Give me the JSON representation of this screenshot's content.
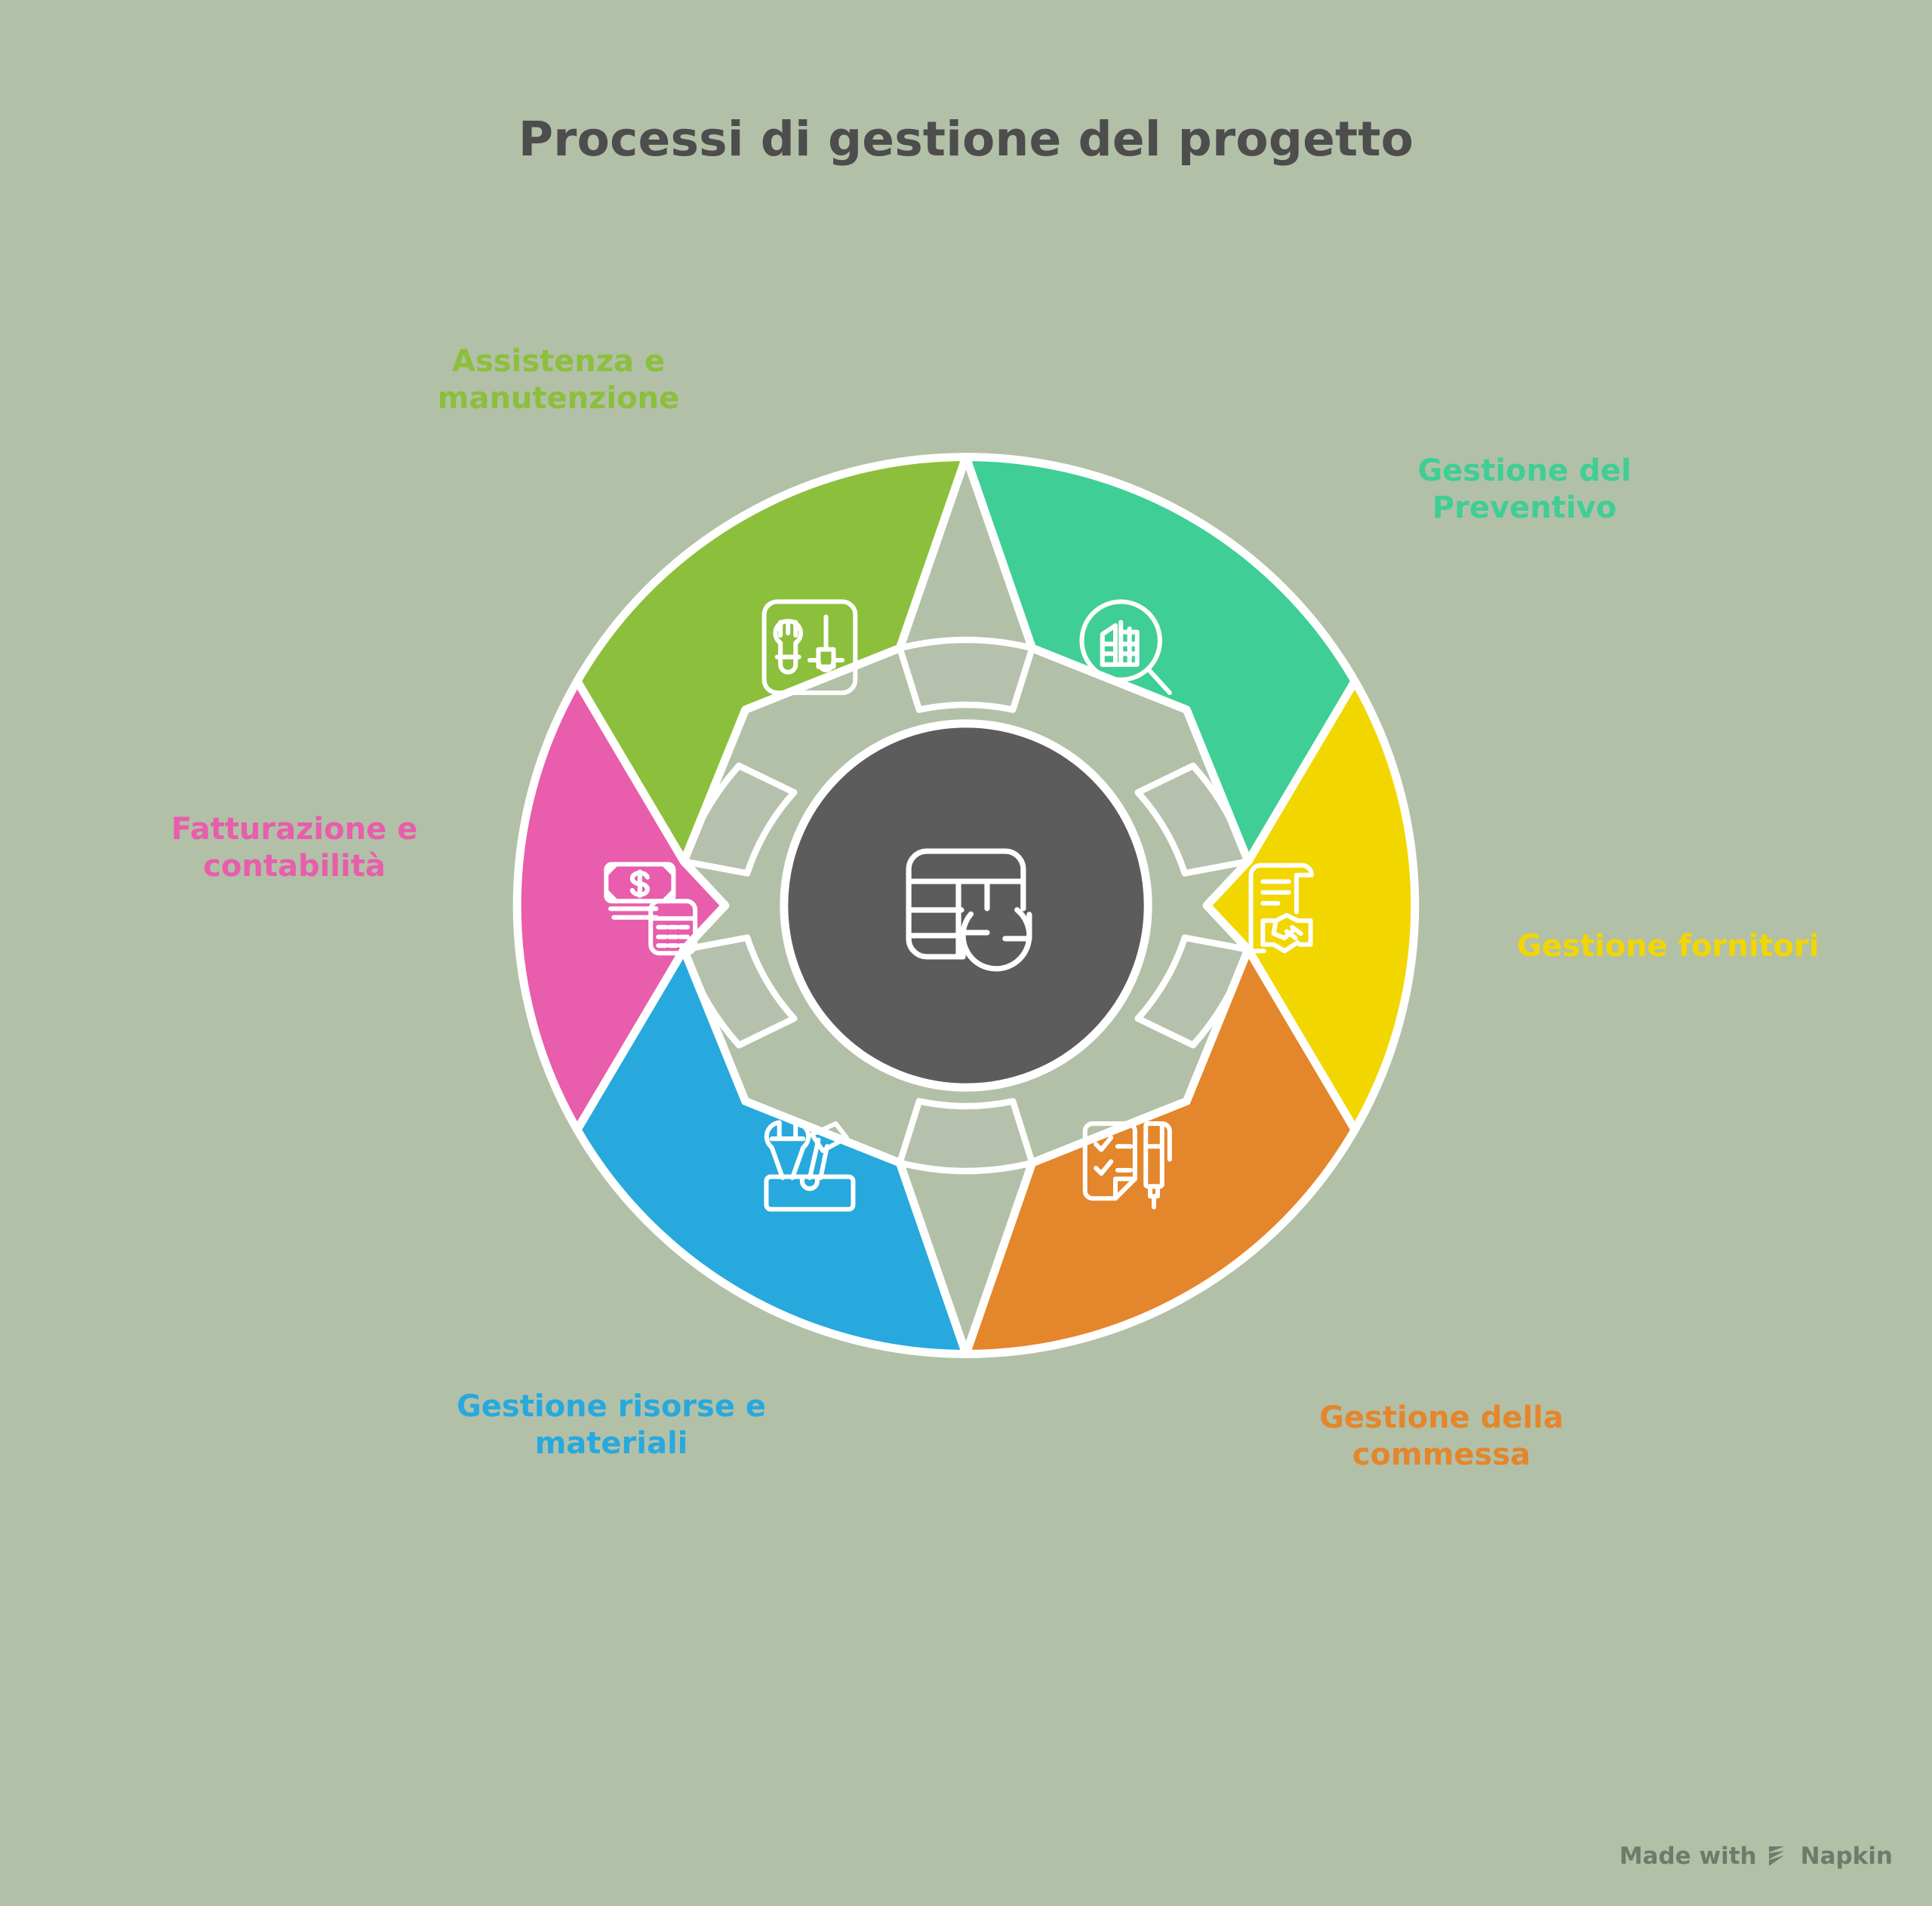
{
  "header": {
    "title": "Processi di gestione del progetto"
  },
  "theme": {
    "background": "#b2c0a8",
    "title_color": "#4d4d4d",
    "hub_color": "#5c5c5c",
    "gap_wedge_color": "#b5c1ac",
    "stroke_color": "#ffffff",
    "icon_color": "#ffffff"
  },
  "center": {
    "icon": "table-sync-icon",
    "label": ""
  },
  "wheel": {
    "segment_count": 6,
    "segments": [
      {
        "id": "maintenance",
        "label": "Assistenza e\nmanutenzione",
        "color": "#8cbf3c",
        "icon": "wrench-screwdriver-icon",
        "position": "top-left",
        "start_angle": 270,
        "end_angle": 330
      },
      {
        "id": "estimate",
        "label": "Gestione del\nPreventivo",
        "color": "#3fce95",
        "icon": "document-magnifier-icon",
        "position": "top-right",
        "start_angle": 330,
        "end_angle": 30
      },
      {
        "id": "suppliers",
        "label": "Gestione fornitori",
        "color": "#f2d600",
        "icon": "contract-handshake-icon",
        "position": "right",
        "start_angle": 30,
        "end_angle": 90
      },
      {
        "id": "order",
        "label": "Gestione della\ncommessa",
        "color": "#e4862b",
        "icon": "checklist-pen-icon",
        "position": "bottom-right",
        "start_angle": 90,
        "end_angle": 150
      },
      {
        "id": "resources",
        "label": "Gestione risorse e\nmateriali",
        "color": "#27a9dd",
        "icon": "toolbox-icon",
        "position": "bottom-left",
        "start_angle": 150,
        "end_angle": 210
      },
      {
        "id": "billing",
        "label": "Fatturazione e\ncontabilità",
        "color": "#e85dac",
        "icon": "money-calculator-icon",
        "position": "left",
        "start_angle": 210,
        "end_angle": 270
      }
    ]
  },
  "watermark": {
    "text_before": "Made with",
    "brand": "Napkin",
    "icon": "napkin-logo-icon"
  }
}
